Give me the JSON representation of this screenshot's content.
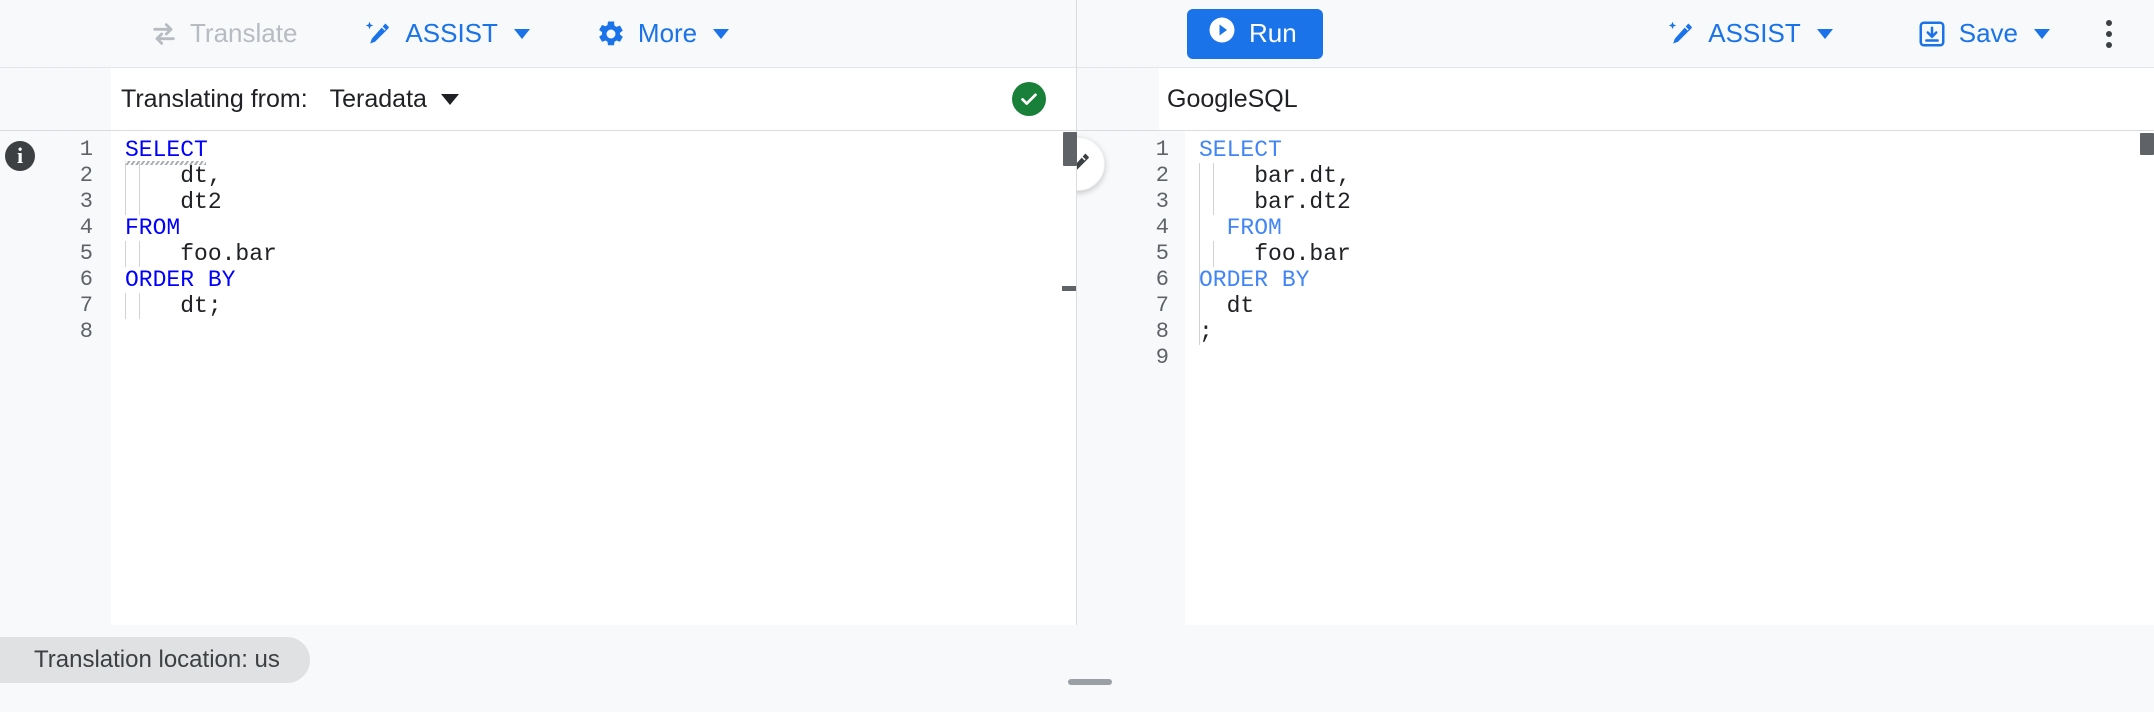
{
  "toolbar": {
    "left": [
      {
        "name": "translate",
        "label": "Translate",
        "icon": "translate-icon",
        "disabled": true
      },
      {
        "name": "assist",
        "label": "ASSIST",
        "icon": "magic-pencil-icon",
        "caret": true
      },
      {
        "name": "more",
        "label": "More",
        "icon": "gear-icon",
        "caret": true
      }
    ],
    "right": {
      "run_label": "Run",
      "run_icon": "play-circle-icon",
      "assist_label": "ASSIST",
      "assist_icon": "magic-pencil-icon",
      "save_label": "Save",
      "save_icon": "save-download-icon",
      "overflow_icon": "kebab-menu-icon"
    }
  },
  "source_panel": {
    "dialect_label": "Translating from:",
    "dialect_value": "Teradata",
    "status_icon": "check-circle-icon",
    "status_color": "#188038",
    "info_icon": "info-icon",
    "line_numbers": [
      "1",
      "2",
      "3",
      "4",
      "5",
      "6",
      "7",
      "8"
    ],
    "code_lines": [
      {
        "n": 1,
        "text": "SELECT",
        "kw": "SELECT",
        "indent": 0,
        "squiggle": true
      },
      {
        "n": 2,
        "text": "    dt,",
        "kw": "",
        "indent": 2
      },
      {
        "n": 3,
        "text": "    dt2",
        "kw": "",
        "indent": 2
      },
      {
        "n": 4,
        "text": "FROM",
        "kw": "FROM",
        "indent": 0
      },
      {
        "n": 5,
        "text": "    foo.bar",
        "kw": "",
        "indent": 2
      },
      {
        "n": 6,
        "text": "ORDER BY",
        "kw": "ORDER BY",
        "indent": 0
      },
      {
        "n": 7,
        "text": "    dt;",
        "kw": "",
        "indent": 2
      },
      {
        "n": 8,
        "text": "",
        "kw": "",
        "indent": 0
      }
    ],
    "raw_sql": "SELECT\n    dt,\n    dt2\nFROM\n    foo.bar\nORDER BY\n    dt;\n"
  },
  "target_panel": {
    "dialect_value": "GoogleSQL",
    "assist_fab_icon": "magic-pencil-icon",
    "line_numbers": [
      "1",
      "2",
      "3",
      "4",
      "5",
      "6",
      "7",
      "8",
      "9"
    ],
    "code_lines": [
      {
        "n": 1,
        "text": "SELECT",
        "kw": "SELECT",
        "indent": 0
      },
      {
        "n": 2,
        "text": "    bar.dt,",
        "kw": "",
        "indent": 2
      },
      {
        "n": 3,
        "text": "    bar.dt2",
        "kw": "",
        "indent": 2
      },
      {
        "n": 4,
        "text": "  FROM",
        "kw": "FROM",
        "indent": 1
      },
      {
        "n": 5,
        "text": "    foo.bar",
        "kw": "",
        "indent": 2
      },
      {
        "n": 6,
        "text": "ORDER BY",
        "kw": "ORDER BY",
        "indent": 0
      },
      {
        "n": 7,
        "text": "  dt",
        "kw": "",
        "indent": 1
      },
      {
        "n": 8,
        "text": ";",
        "kw": "",
        "indent": 0
      },
      {
        "n": 9,
        "text": "",
        "kw": "",
        "indent": 0
      }
    ],
    "raw_sql": "SELECT\n    bar.dt,\n    bar.dt2\n  FROM\n    foo.bar\nORDER BY\n  dt\n;\n"
  },
  "status_bar": {
    "location_chip": "Translation location: us"
  },
  "colors": {
    "accent": "#1a73e8",
    "keyword_source": "#0000ff",
    "keyword_target": "#4285f4",
    "success": "#188038",
    "surface": "#f8f9fa",
    "text": "#202124",
    "muted": "#5f6368"
  }
}
